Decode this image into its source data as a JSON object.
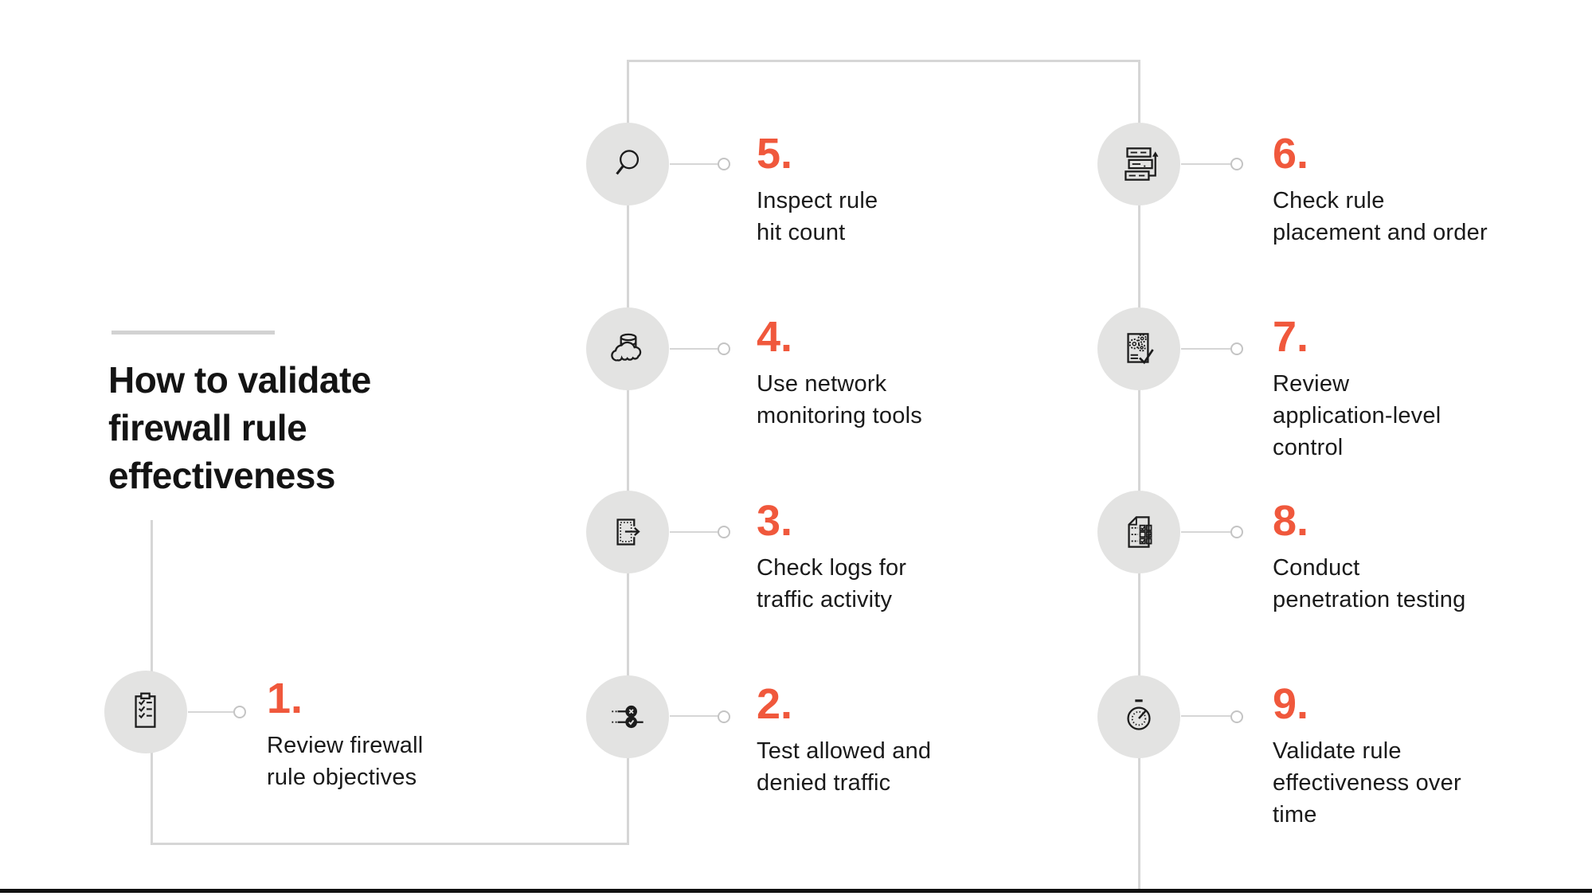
{
  "colors": {
    "accent": "#F0583C",
    "circle_fill": "#E3E3E2",
    "connector_line": "#D6D6D6",
    "ring_stroke": "#C4C4C4",
    "text": "#1A1A1A",
    "bottom_bar": "#111111"
  },
  "title": {
    "lines": [
      "How to validate",
      "firewall rule",
      "effectiveness"
    ]
  },
  "steps": [
    {
      "number": "1.",
      "icon": "clipboard-checklist-icon",
      "label_lines": [
        "Review firewall",
        "rule objectives"
      ]
    },
    {
      "number": "2.",
      "icon": "allowed-denied-traffic-icon",
      "label_lines": [
        "Test allowed and",
        "denied traffic"
      ]
    },
    {
      "number": "3.",
      "icon": "log-export-icon",
      "label_lines": [
        "Check logs for",
        "traffic activity"
      ]
    },
    {
      "number": "4.",
      "icon": "cloud-database-icon",
      "label_lines": [
        "Use network",
        "monitoring tools"
      ]
    },
    {
      "number": "5.",
      "icon": "magnifying-glass-icon",
      "label_lines": [
        "Inspect rule",
        "hit count"
      ]
    },
    {
      "number": "6.",
      "icon": "rule-order-icon",
      "label_lines": [
        "Check rule",
        "placement and order"
      ]
    },
    {
      "number": "7.",
      "icon": "application-control-icon",
      "label_lines": [
        "Review",
        "application-level",
        "control"
      ]
    },
    {
      "number": "8.",
      "icon": "penetration-test-checklist-icon",
      "label_lines": [
        "Conduct",
        "penetration testing"
      ]
    },
    {
      "number": "9.",
      "icon": "stopwatch-icon",
      "label_lines": [
        "Validate rule",
        "effectiveness over",
        "time"
      ]
    }
  ]
}
